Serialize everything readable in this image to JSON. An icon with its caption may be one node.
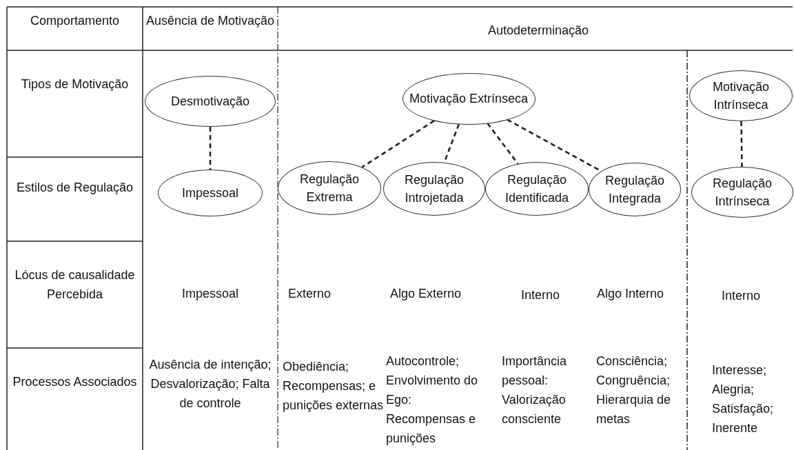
{
  "diagram": {
    "nodes": [
      {
        "text": [
          "Desmotivação"
        ]
      },
      {
        "text": [
          "Motivação Extrínseca"
        ]
      },
      {
        "text": [
          "Motivação Intrínseca"
        ]
      },
      {
        "text": [
          "Impessoal"
        ]
      },
      {
        "text": [
          "Regulação Extrema"
        ]
      },
      {
        "text": [
          "Regulação Introjetada"
        ]
      },
      {
        "text": [
          "Regulação Identificada"
        ]
      },
      {
        "text": [
          "Regulação Integrada"
        ]
      },
      {
        "text": [
          "Regulação Intrínseca"
        ]
      }
    ],
    "edges": [
      {
        "from": 0,
        "to": 3,
        "arrow": "none",
        "style": "dashed"
      },
      {
        "from": 1,
        "to": 4,
        "arrow": "none",
        "style": "dashed"
      },
      {
        "from": 1,
        "to": 5,
        "arrow": "none",
        "style": "dashed"
      },
      {
        "from": 1,
        "to": 6,
        "arrow": "none",
        "style": "dashed"
      },
      {
        "from": 1,
        "to": 7,
        "arrow": "none",
        "style": "dashed"
      },
      {
        "from": 2,
        "to": 8,
        "arrow": "none",
        "style": "dashed"
      }
    ],
    "labels": [
      "Comportamento",
      "Ausência de Motivação",
      "Autodeterminação",
      "Tipos de Motivação",
      "Estilos de Regulação",
      "Lócus de causalidade Percebida",
      "Impessoal",
      "Externo",
      "Algo Externo",
      "Interno",
      "Algo Interno",
      "Interno",
      "Processos Associados",
      "Ausência de intenção; Desvalorização; Falta de controle",
      "Obediência; Recompensas; e punições externas",
      "Autocontrole; Envolvimento do Ego: Recompensas e punições",
      "Importância pessoal: Valorização consciente",
      "Consciência; Congruência; Hierarquia de metas",
      "Interesse; Alegria; Satisfação; Inerente"
    ]
  }
}
